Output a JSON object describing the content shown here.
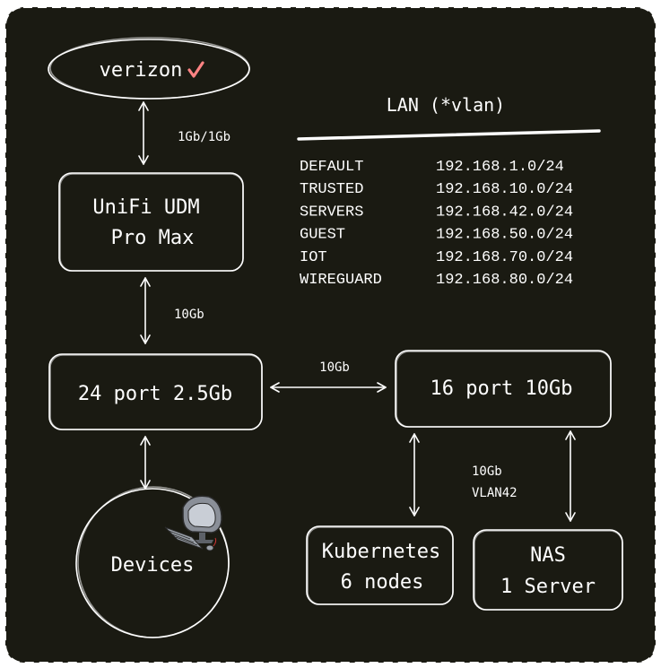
{
  "nodes": {
    "isp": "verizon",
    "router_line1": "UniFi UDM",
    "router_line2": "Pro Max",
    "switch_a": "24 port 2.5Gb",
    "switch_b": "16 port 10Gb",
    "devices": "Devices",
    "k8s_line1": "Kubernetes",
    "k8s_line2": "6 nodes",
    "nas_line1": "NAS",
    "nas_line2": "1 Server"
  },
  "links": {
    "isp_router": "1Gb/1Gb",
    "router_switch": "10Gb",
    "switch_switch": "10Gb",
    "servers_line1": "10Gb",
    "servers_line2": "VLAN42"
  },
  "lan": {
    "title": "LAN (*vlan)",
    "rows": [
      {
        "name": "DEFAULT",
        "subnet": "192.168.1.0/24"
      },
      {
        "name": "TRUSTED",
        "subnet": "192.168.10.0/24"
      },
      {
        "name": "SERVERS",
        "subnet": "192.168.42.0/24"
      },
      {
        "name": "GUEST",
        "subnet": "192.168.50.0/24"
      },
      {
        "name": "IOT",
        "subnet": "192.168.70.0/24"
      },
      {
        "name": "WIREGUARD",
        "subnet": "192.168.80.0/24"
      }
    ]
  },
  "colors": {
    "background": "#1a1a12",
    "stroke": "#ffffff",
    "checkmark": "#ff8383"
  }
}
